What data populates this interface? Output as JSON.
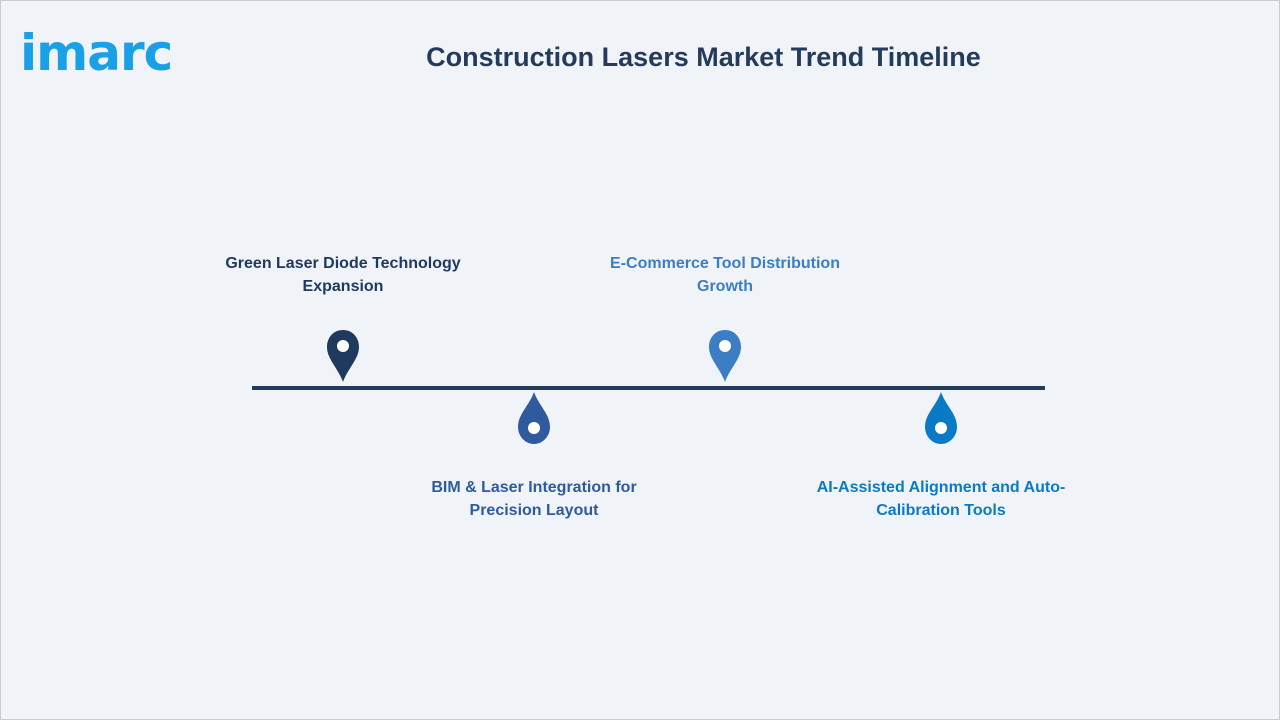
{
  "logo": {
    "text": "imarc"
  },
  "title": "Construction Lasers Market Trend Timeline",
  "milestones": [
    {
      "label": "Green Laser Diode Technology Expansion",
      "color": "#203a5e",
      "icon": "map-pin-icon"
    },
    {
      "label": "BIM & Laser Integration for Precision Layout",
      "color": "#2f5b9e",
      "icon": "drop-pin-icon"
    },
    {
      "label": "E-Commerce Tool Distribution Growth",
      "color": "#3b7ec4",
      "icon": "map-pin-icon"
    },
    {
      "label": "AI-Assisted Alignment and Auto-Calibration Tools",
      "color": "#0b7ac6",
      "icon": "drop-pin-icon"
    }
  ]
}
